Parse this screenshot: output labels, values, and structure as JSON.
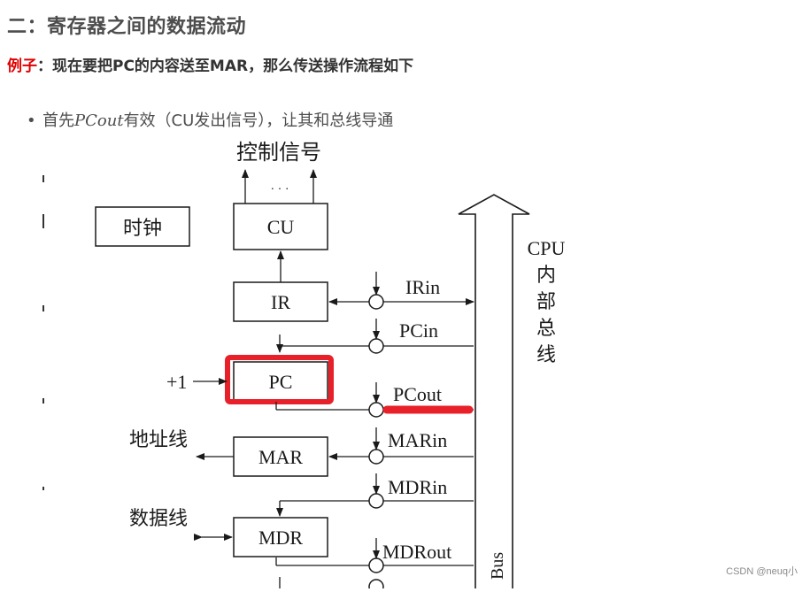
{
  "heading": "二：寄存器之间的数据流动",
  "example": {
    "label": "例子",
    "text": "：现在要把PC的内容送至MAR，那么传送操作流程如下"
  },
  "bullet": {
    "before": "首先",
    "math": "PCout",
    "after": "有效（CU发出信号），让其和总线导通"
  },
  "diagram": {
    "control_signal": "控制信号",
    "ellipsis": "· · ·",
    "clock": "时钟",
    "cu": "CU",
    "ir": "IR",
    "pc": "PC",
    "mar": "MAR",
    "mdr": "MDR",
    "plus_one": "+1",
    "address_line": "地址线",
    "data_line": "数据线",
    "signals": {
      "irin": "IRin",
      "pcin": "PCin",
      "pcout": "PCout",
      "marin": "MARin",
      "mdrin": "MDRin",
      "mdrout": "MDRout"
    },
    "bus_label": [
      "CPU",
      "内",
      "部",
      "总",
      "线"
    ],
    "bus": "Bus"
  },
  "colors": {
    "highlight": "#e8202a",
    "heading": "#4d4d4d",
    "example_label": "#e00000"
  },
  "watermark": "CSDN @neuq小"
}
